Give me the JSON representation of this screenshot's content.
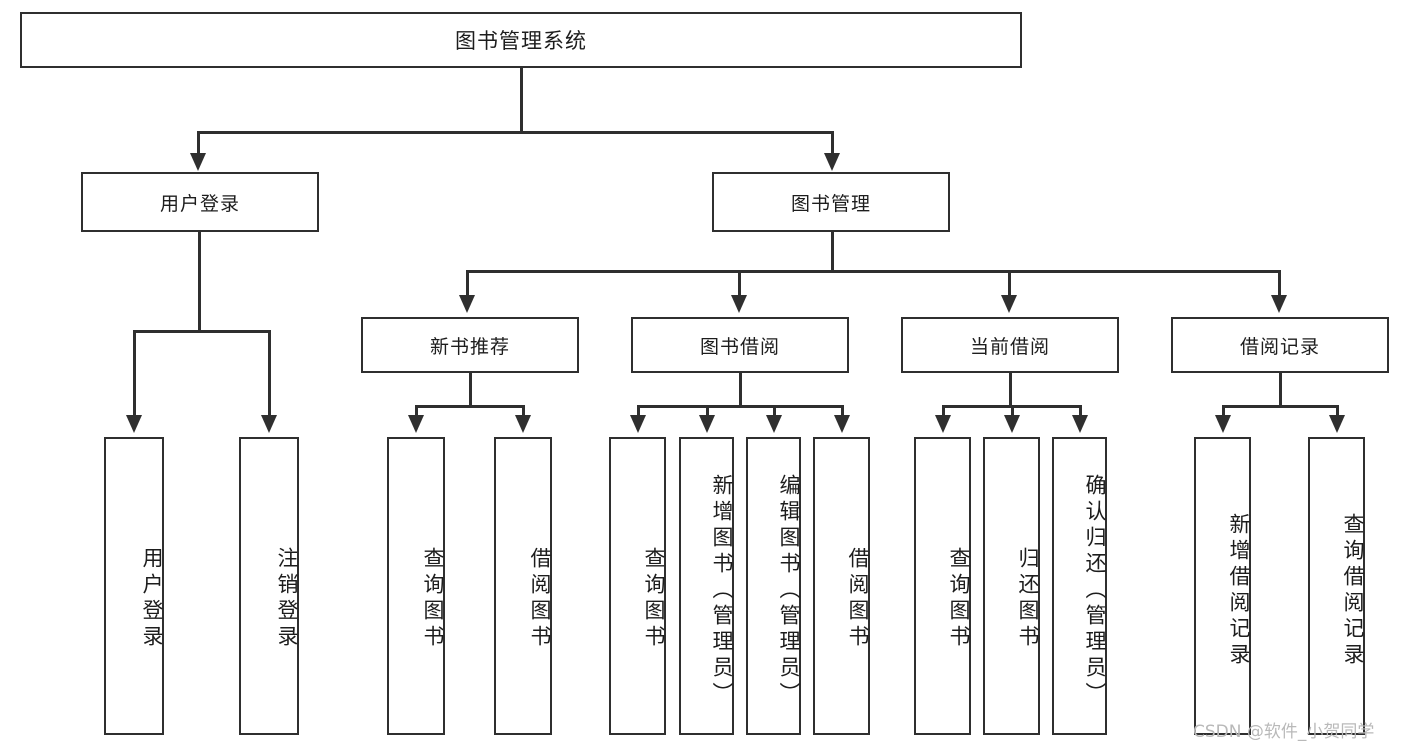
{
  "diagram": {
    "title": "图书管理系统",
    "type": "tree-hierarchy-diagram",
    "root": {
      "label": "图书管理系统"
    },
    "level2": [
      {
        "label": "用户登录"
      },
      {
        "label": "图书管理"
      }
    ],
    "level3": [
      {
        "label": "新书推荐"
      },
      {
        "label": "图书借阅"
      },
      {
        "label": "当前借阅"
      },
      {
        "label": "借阅记录"
      }
    ],
    "leaves": {
      "user_login": [
        {
          "label": "用户登录"
        },
        {
          "label": "注销登录"
        }
      ],
      "new_book_recommend": [
        {
          "label": "查询图书"
        },
        {
          "label": "借阅图书"
        }
      ],
      "book_borrow": [
        {
          "label": "查询图书"
        },
        {
          "label": "新增图书（管理员）"
        },
        {
          "label": "编辑图书（管理员）"
        },
        {
          "label": "借阅图书"
        }
      ],
      "current_borrow": [
        {
          "label": "查询图书"
        },
        {
          "label": "归还图书"
        },
        {
          "label": "确认归还（管理员）"
        }
      ],
      "borrow_record": [
        {
          "label": "新增借阅记录"
        },
        {
          "label": "查询借阅记录"
        }
      ]
    }
  },
  "watermark": {
    "text": "CSDN @软件_小贺同学"
  },
  "colors": {
    "stroke": "#2f2f2f",
    "fill": "#ffffff",
    "text": "#1d1d1d",
    "watermark": "#b9b9b9"
  }
}
